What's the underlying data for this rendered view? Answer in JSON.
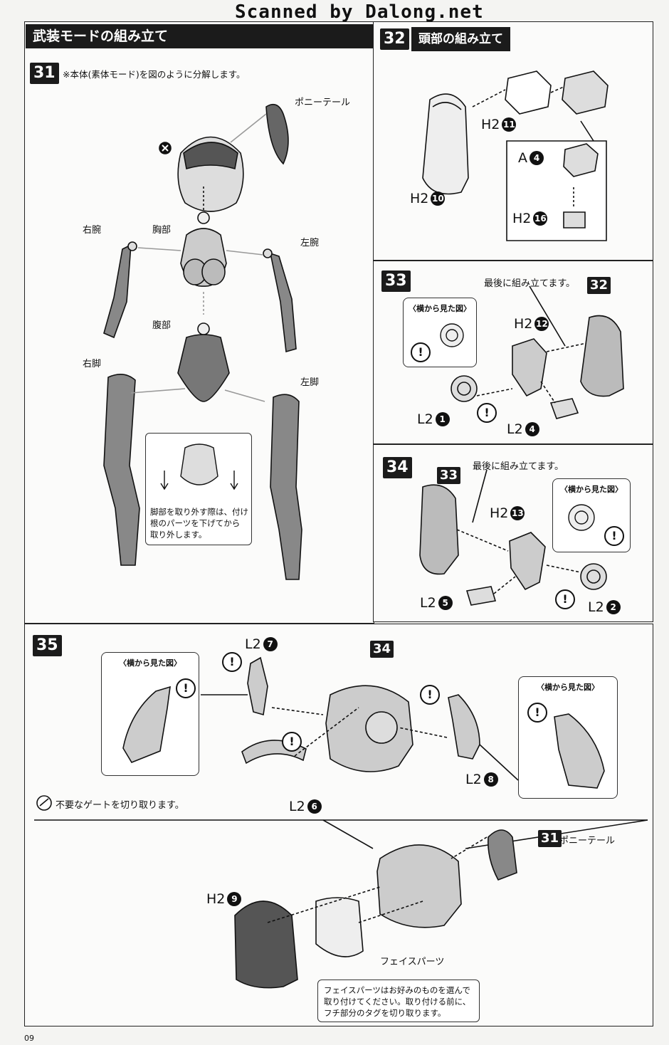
{
  "watermark": "Scanned by Dalong.net",
  "page_number": "09",
  "section_title": "武装モードの組み立て",
  "steps": {
    "s31": {
      "number": "31",
      "instruction": "※本体(素体モード)を図のように分解します。",
      "labels": {
        "ponytail": "ポニーテール",
        "right_arm": "右腕",
        "chest": "胸部",
        "left_arm": "左腕",
        "abdomen": "腹部",
        "right_leg": "右脚",
        "left_leg": "左脚"
      },
      "note": [
        "脚部を取り外す際は、付け",
        "根のパーツを下げてから",
        "取り外します。"
      ]
    },
    "s32": {
      "number": "32",
      "title": "頭部の組み立て",
      "parts": [
        {
          "runner": "H2",
          "num": "11"
        },
        {
          "runner": "H2",
          "num": "10"
        },
        {
          "runner": "A",
          "num": "4"
        },
        {
          "runner": "H2",
          "num": "16"
        }
      ]
    },
    "s33": {
      "number": "33",
      "assemble_last": "最後に組み立てます。",
      "side_view": "〈横から見た図〉",
      "ref_step": "32",
      "parts": [
        {
          "runner": "H2",
          "num": "12"
        },
        {
          "runner": "L2",
          "num": "1"
        },
        {
          "runner": "L2",
          "num": "4"
        }
      ]
    },
    "s34": {
      "number": "34",
      "assemble_last": "最後に組み立てます。",
      "side_view": "〈横から見た図〉",
      "ref_step": "33",
      "parts": [
        {
          "runner": "H2",
          "num": "13"
        },
        {
          "runner": "L2",
          "num": "5"
        },
        {
          "runner": "L2",
          "num": "2"
        }
      ]
    },
    "s35": {
      "number": "35",
      "side_view": "〈横から見た図〉",
      "ref_step": "34",
      "gate_note": "不要なゲートを切り取ります。",
      "parts": [
        {
          "runner": "L2",
          "num": "7"
        },
        {
          "runner": "L2",
          "num": "6"
        },
        {
          "runner": "L2",
          "num": "8"
        },
        {
          "runner": "H2",
          "num": "9"
        }
      ],
      "ref_step2": "31",
      "ponytail": "ポニーテール",
      "face_parts": "フェイスパーツ",
      "face_note": [
        "フェイスパーツはお好みのものを選んで",
        "取り付けてください。取り付ける前に、",
        "フチ部分のタグを切り取ります。"
      ]
    }
  },
  "warning_symbol": "!"
}
